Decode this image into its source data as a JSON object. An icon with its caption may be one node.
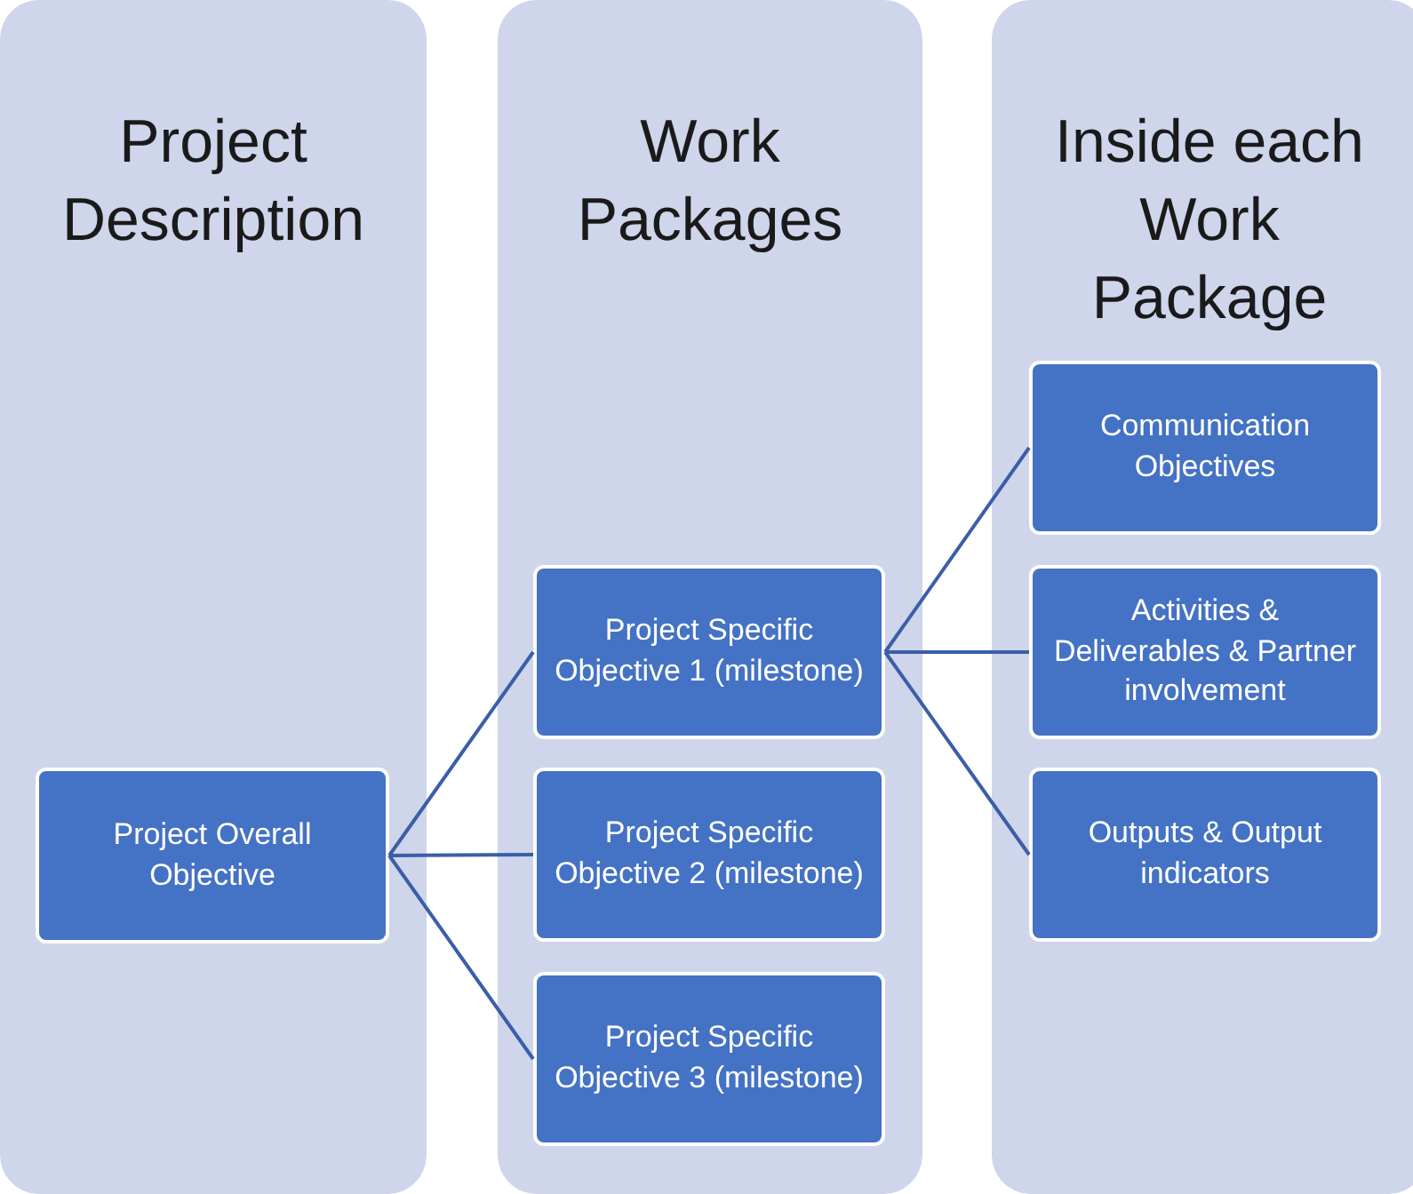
{
  "diagram": {
    "nodes": [
      {
        "text": [
          "Project Description"
        ]
      },
      {
        "text": [
          "Work Packages"
        ]
      },
      {
        "text": [
          "Inside each Work Package"
        ]
      },
      {
        "text": [
          "Project Overall Objective"
        ],
        "in": 0
      },
      {
        "text": [
          "Project Specific Objective 1 (milestone)"
        ],
        "in": 1
      },
      {
        "text": [
          "Project Specific Objective 2 (milestone)"
        ],
        "in": 1
      },
      {
        "text": [
          "Project Specific Objective 3 (milestone)"
        ],
        "in": 1
      },
      {
        "text": [
          "Communication Objectives"
        ],
        "in": 2
      },
      {
        "text": [
          "Activities & Deliverables & Partner involvement"
        ],
        "in": 2
      },
      {
        "text": [
          "Outputs & Output indicators"
        ],
        "in": 2
      }
    ],
    "edges": [
      {
        "from": 3,
        "to": 4,
        "arrow": "none"
      },
      {
        "from": 3,
        "to": 5,
        "arrow": "none"
      },
      {
        "from": 3,
        "to": 6,
        "arrow": "none"
      },
      {
        "from": 4,
        "to": 7,
        "arrow": "none"
      },
      {
        "from": 4,
        "to": 8,
        "arrow": "none"
      },
      {
        "from": 4,
        "to": 9,
        "arrow": "none"
      }
    ]
  }
}
